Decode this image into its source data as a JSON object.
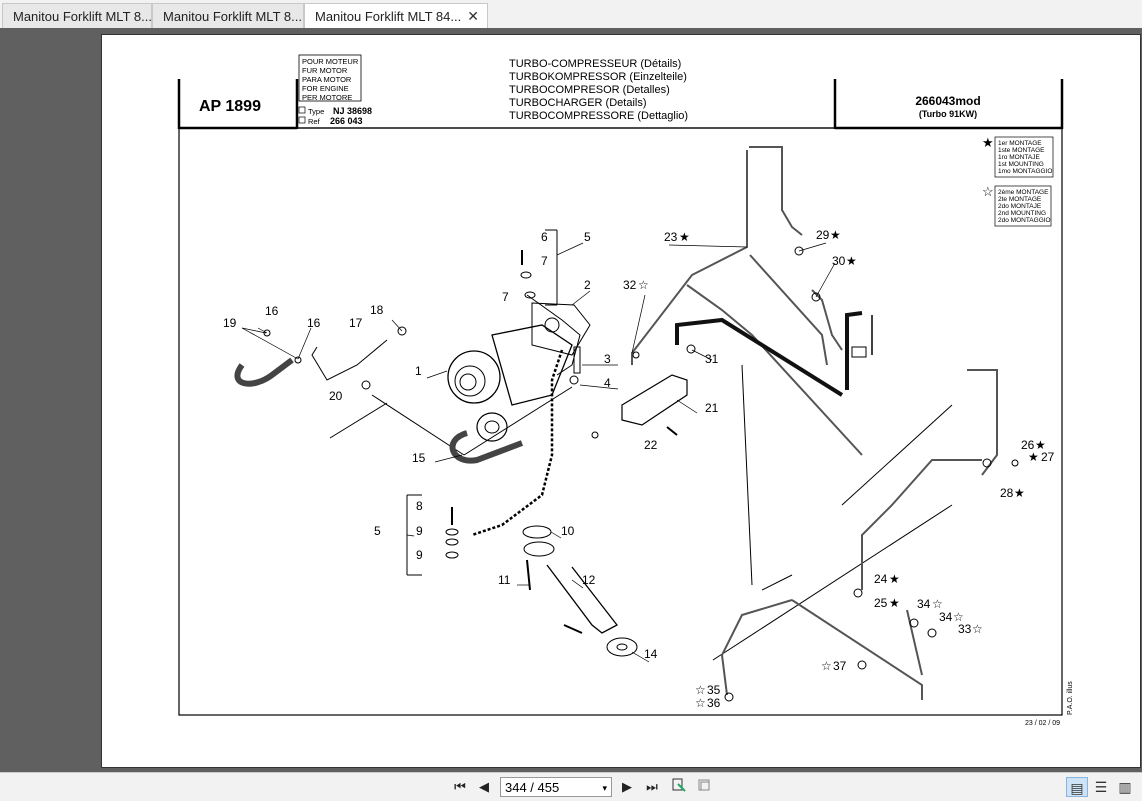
{
  "tabs": [
    {
      "label": "Manitou Forklift MLT 8...",
      "active": false
    },
    {
      "label": "Manitou Forklift MLT 8...",
      "active": false
    },
    {
      "label": "Manitou Forklift MLT 84...",
      "active": true
    }
  ],
  "tab_close": "✕",
  "document": {
    "code": "AP 1899",
    "engine_lines": [
      "POUR MOTEUR",
      "FUR MOTOR",
      "PARA MOTOR",
      "FOR ENGINE",
      "PER MOTORE"
    ],
    "type_label": "Type",
    "type_value": "NJ 38698",
    "ref_label": "Ref",
    "ref_value": "266 043",
    "titles": [
      "TURBO-COMPRESSEUR (Détails)",
      "TURBOKOMPRESSOR (Einzelteile)",
      "TURBOCOMPRESOR (Detalles)",
      "TURBOCHARGER (Details)",
      "TURBOCOMPRESSORE (Dettaglio)"
    ],
    "model": "266043mod",
    "model_sub": "(Turbo 91KW)",
    "legend_first": [
      "1er MONTAGE",
      "1ste MONTAGE",
      "1ro MONTAJE",
      "1st MOUNTING",
      "1mo MONTAGGIO"
    ],
    "legend_second": [
      "2ème MONTAGE",
      "2te MONTAGE",
      "2do MONTAJE",
      "2nd MOUNTING",
      "2do MONTAGGIO"
    ],
    "date": "23 / 02 / 09",
    "vertical_mark": "P.A.O. illus",
    "callouts": {
      "c1": "1",
      "c2": "2",
      "c3": "3",
      "c4": "4",
      "c5a": "5",
      "c5b": "5",
      "c6": "6",
      "c7a": "7",
      "c7b": "7",
      "c8": "8",
      "c9a": "9",
      "c9b": "9",
      "c10": "10",
      "c11": "11",
      "c12": "12",
      "c14": "14",
      "c15": "15",
      "c16a": "16",
      "c16b": "16",
      "c17": "17",
      "c18": "18",
      "c19": "19",
      "c20": "20",
      "c21": "21",
      "c22": "22",
      "c23": "23",
      "c24": "24",
      "c25": "25",
      "c26": "26",
      "c27": "27",
      "c28": "28",
      "c29": "29",
      "c30": "30",
      "c31": "31",
      "c32": "32",
      "c33": "33",
      "c34a": "34",
      "c34b": "34",
      "c35": "35",
      "c36": "36",
      "c37": "37"
    }
  },
  "pagination": {
    "current": "344 / 455"
  },
  "icons": {
    "first": "⏮",
    "prev": "◀",
    "next": "▶",
    "last": "⏭",
    "star_filled": "★",
    "star_outline": "☆",
    "dropdown": "▾",
    "view_single": "▤",
    "view_continuous": "☰",
    "view_facing": "▥"
  }
}
